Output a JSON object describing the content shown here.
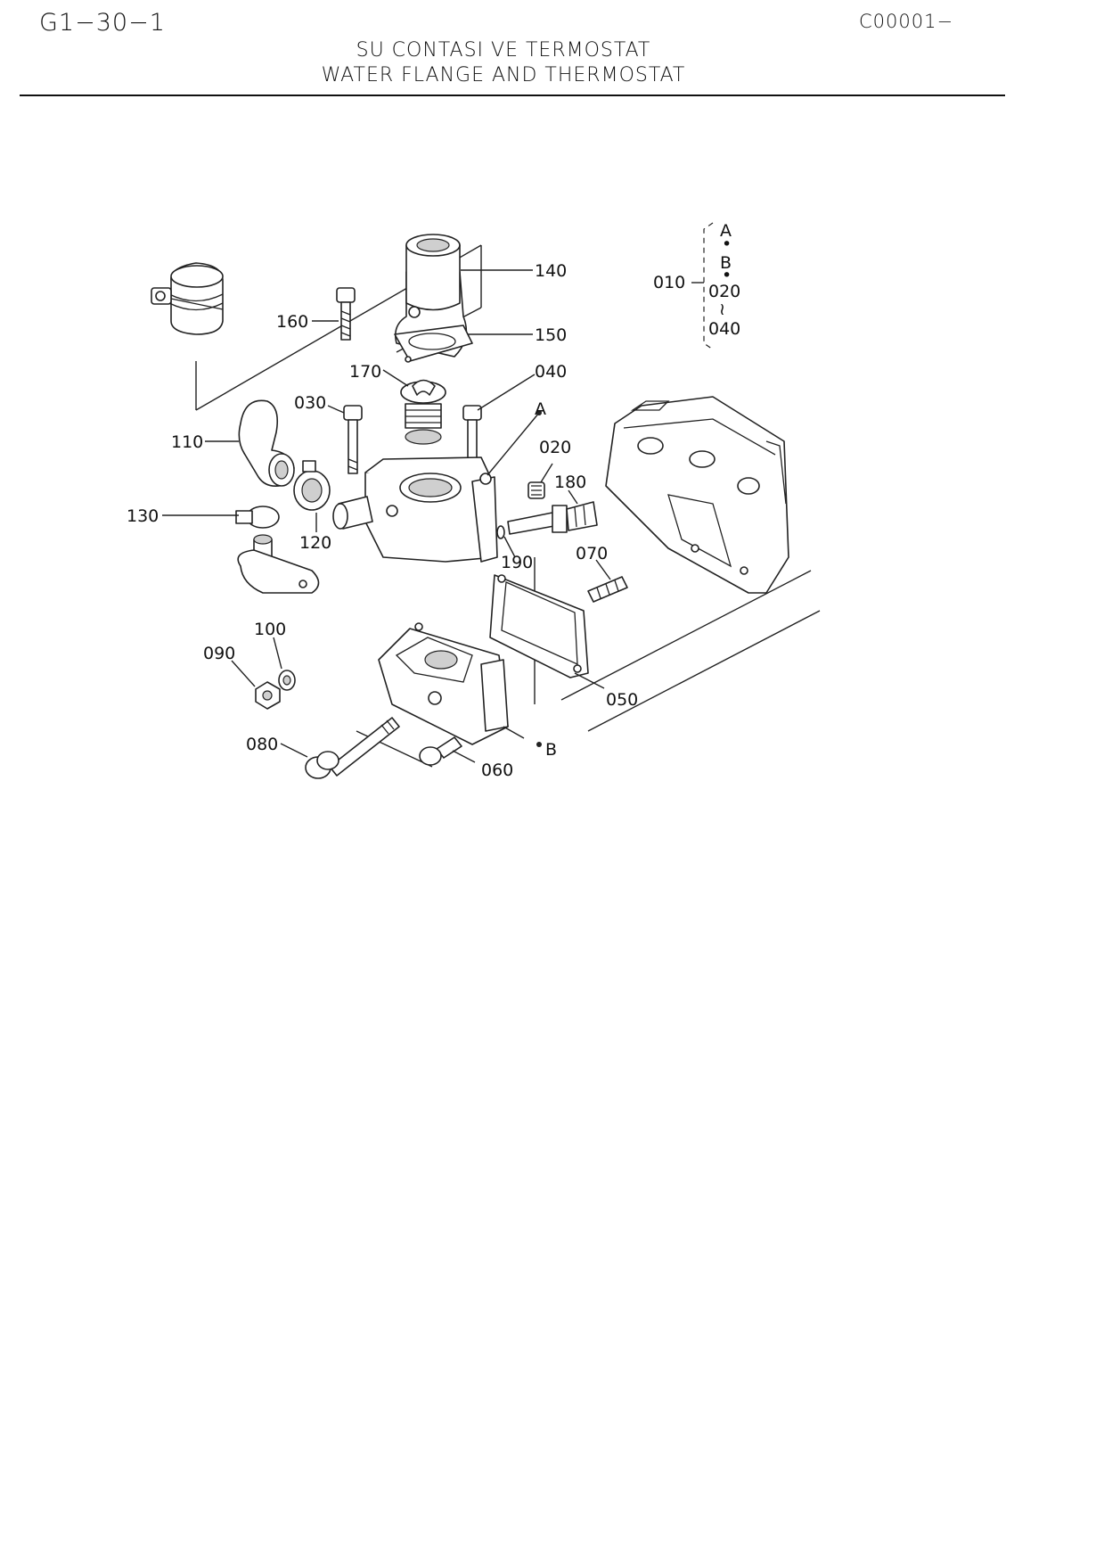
{
  "header": {
    "page_code": "G1−30−1",
    "ref_code": "C00001−",
    "title_tr": "SU CONTASI VE TERMOSTAT",
    "title_en": "WATER FLANGE AND THERMOSTAT"
  },
  "diagram": {
    "callouts": [
      "010",
      "020",
      "030",
      "040",
      "050",
      "060",
      "070",
      "080",
      "090",
      "100",
      "110",
      "120",
      "130",
      "140",
      "150",
      "160",
      "170",
      "180",
      "190"
    ],
    "markers": [
      "A",
      "B"
    ],
    "legend": {
      "group_label": "010",
      "items": [
        "A",
        "•",
        "B",
        "•",
        "020",
        "≀",
        "040"
      ]
    }
  }
}
